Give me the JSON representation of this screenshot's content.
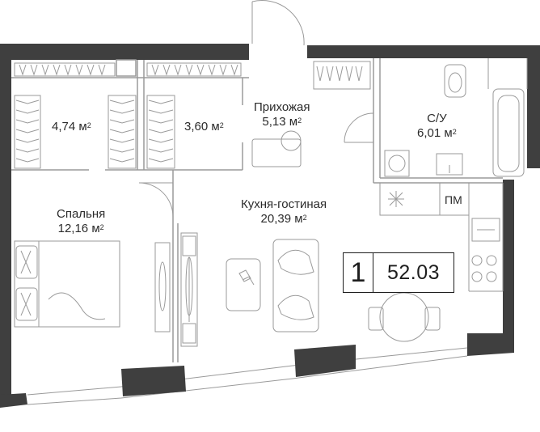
{
  "plan": {
    "rooms": [
      {
        "name": "",
        "area": "4,74 м",
        "unit_sup": "2"
      },
      {
        "name": "",
        "area": "3,60 м",
        "unit_sup": "2"
      },
      {
        "name": "Прихожая",
        "area": "5,13 м",
        "unit_sup": "2"
      },
      {
        "name": "С/У",
        "area": "6,01 м",
        "unit_sup": "2"
      },
      {
        "name": "Спальня",
        "area": "12,16 м",
        "unit_sup": "2"
      },
      {
        "name": "Кухня-гостиная",
        "area": "20,39 м",
        "unit_sup": "2"
      }
    ],
    "pm_label": "ПМ",
    "rooms_count": "1",
    "total_area": "52.03",
    "colors": {
      "wall": "#3f3f3f",
      "line": "#9a9a9a",
      "text": "#2b2b2b"
    }
  }
}
